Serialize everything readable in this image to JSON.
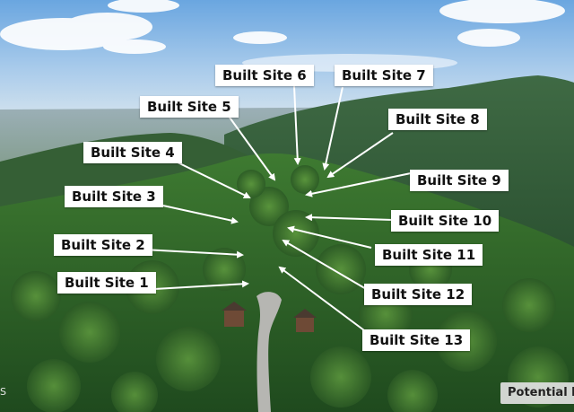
{
  "photo": {
    "sky_color": "#7fb2e5",
    "forest_color": "#2f5d2a",
    "road_color": "#b9b9b6"
  },
  "labels": [
    {
      "text": "Built Site 1"
    },
    {
      "text": "Built Site 2"
    },
    {
      "text": "Built Site 3"
    },
    {
      "text": "Built Site 4"
    },
    {
      "text": "Built Site 5"
    },
    {
      "text": "Built Site 6"
    },
    {
      "text": "Built Site 7"
    },
    {
      "text": "Built Site 8"
    },
    {
      "text": "Built Site 9"
    },
    {
      "text": "Built Site 10"
    },
    {
      "text": "Built Site 11"
    },
    {
      "text": "Built Site 12"
    },
    {
      "text": "Built Site 13"
    }
  ],
  "badge_text": "Potential b",
  "corner_text": "S"
}
